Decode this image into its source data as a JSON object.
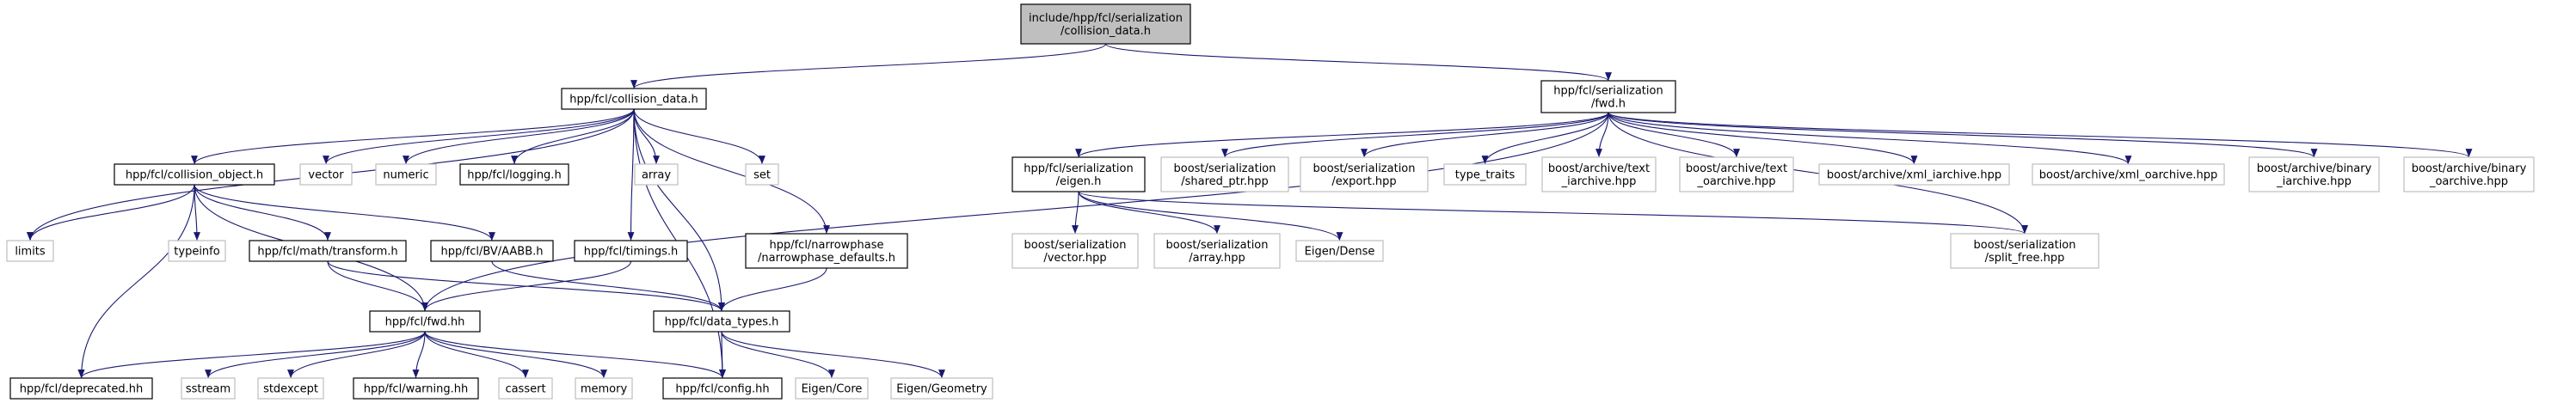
{
  "graph": {
    "colors": {
      "edge": "#191970",
      "root_fill": "#bfbfbf",
      "external_border": "#bfbfbf",
      "file_border": "#000000"
    },
    "nodes": [
      {
        "id": "root",
        "kind": "root",
        "lines": [
          "include/hpp/fcl/serialization",
          "/collision_data.h"
        ]
      },
      {
        "id": "collision_data",
        "kind": "file",
        "lines": [
          "hpp/fcl/collision_data.h"
        ]
      },
      {
        "id": "fwd_h",
        "kind": "file",
        "lines": [
          "hpp/fcl/serialization",
          "/fwd.h"
        ]
      },
      {
        "id": "collision_object",
        "kind": "file",
        "lines": [
          "hpp/fcl/collision_object.h"
        ]
      },
      {
        "id": "vector",
        "kind": "ext",
        "lines": [
          "vector"
        ]
      },
      {
        "id": "numeric",
        "kind": "ext",
        "lines": [
          "numeric"
        ]
      },
      {
        "id": "logging",
        "kind": "file",
        "lines": [
          "hpp/fcl/logging.h"
        ]
      },
      {
        "id": "array",
        "kind": "ext",
        "lines": [
          "array"
        ]
      },
      {
        "id": "set",
        "kind": "ext",
        "lines": [
          "set"
        ]
      },
      {
        "id": "eigen_h",
        "kind": "file",
        "lines": [
          "hpp/fcl/serialization",
          "/eigen.h"
        ]
      },
      {
        "id": "shared_ptr",
        "kind": "ext",
        "lines": [
          "boost/serialization",
          "/shared_ptr.hpp"
        ]
      },
      {
        "id": "export_hpp",
        "kind": "ext",
        "lines": [
          "boost/serialization",
          "/export.hpp"
        ]
      },
      {
        "id": "type_traits",
        "kind": "ext",
        "lines": [
          "type_traits"
        ]
      },
      {
        "id": "text_iarchive",
        "kind": "ext",
        "lines": [
          "boost/archive/text",
          "_iarchive.hpp"
        ]
      },
      {
        "id": "text_oarchive",
        "kind": "ext",
        "lines": [
          "boost/archive/text",
          "_oarchive.hpp"
        ]
      },
      {
        "id": "xml_iarchive",
        "kind": "ext",
        "lines": [
          "boost/archive/xml_iarchive.hpp"
        ]
      },
      {
        "id": "xml_oarchive",
        "kind": "ext",
        "lines": [
          "boost/archive/xml_oarchive.hpp"
        ]
      },
      {
        "id": "binary_iarchive",
        "kind": "ext",
        "lines": [
          "boost/archive/binary",
          "_iarchive.hpp"
        ]
      },
      {
        "id": "binary_oarchive",
        "kind": "ext",
        "lines": [
          "boost/archive/binary",
          "_oarchive.hpp"
        ]
      },
      {
        "id": "limits",
        "kind": "ext",
        "lines": [
          "limits"
        ]
      },
      {
        "id": "typeinfo",
        "kind": "ext",
        "lines": [
          "typeinfo"
        ]
      },
      {
        "id": "math_transform",
        "kind": "file",
        "lines": [
          "hpp/fcl/math/transform.h"
        ]
      },
      {
        "id": "bv_aabb",
        "kind": "file",
        "lines": [
          "hpp/fcl/BV/AABB.h"
        ]
      },
      {
        "id": "timings",
        "kind": "file",
        "lines": [
          "hpp/fcl/timings.h"
        ]
      },
      {
        "id": "narrowphase_defaults",
        "kind": "file",
        "lines": [
          "hpp/fcl/narrowphase",
          "/narrowphase_defaults.h"
        ]
      },
      {
        "id": "ser_vector",
        "kind": "ext",
        "lines": [
          "boost/serialization",
          "/vector.hpp"
        ]
      },
      {
        "id": "ser_array",
        "kind": "ext",
        "lines": [
          "boost/serialization",
          "/array.hpp"
        ]
      },
      {
        "id": "eigen_dense",
        "kind": "ext",
        "lines": [
          "Eigen/Dense"
        ]
      },
      {
        "id": "split_free",
        "kind": "ext",
        "lines": [
          "boost/serialization",
          "/split_free.hpp"
        ]
      },
      {
        "id": "fwd_hh",
        "kind": "file",
        "lines": [
          "hpp/fcl/fwd.hh"
        ]
      },
      {
        "id": "data_types",
        "kind": "file",
        "lines": [
          "hpp/fcl/data_types.h"
        ]
      },
      {
        "id": "deprecated",
        "kind": "file",
        "lines": [
          "hpp/fcl/deprecated.hh"
        ]
      },
      {
        "id": "sstream",
        "kind": "ext",
        "lines": [
          "sstream"
        ]
      },
      {
        "id": "stdexcept",
        "kind": "ext",
        "lines": [
          "stdexcept"
        ]
      },
      {
        "id": "warning",
        "kind": "file",
        "lines": [
          "hpp/fcl/warning.hh"
        ]
      },
      {
        "id": "cassert",
        "kind": "ext",
        "lines": [
          "cassert"
        ]
      },
      {
        "id": "memory",
        "kind": "ext",
        "lines": [
          "memory"
        ]
      },
      {
        "id": "config",
        "kind": "file",
        "lines": [
          "hpp/fcl/config.hh"
        ]
      },
      {
        "id": "eigen_core",
        "kind": "ext",
        "lines": [
          "Eigen/Core"
        ]
      },
      {
        "id": "eigen_geometry",
        "kind": "ext",
        "lines": [
          "Eigen/Geometry"
        ]
      }
    ],
    "edges": [
      [
        "root",
        "collision_data"
      ],
      [
        "root",
        "fwd_h"
      ],
      [
        "collision_data",
        "collision_object"
      ],
      [
        "collision_data",
        "vector"
      ],
      [
        "collision_data",
        "numeric"
      ],
      [
        "collision_data",
        "logging"
      ],
      [
        "collision_data",
        "array"
      ],
      [
        "collision_data",
        "set"
      ],
      [
        "collision_data",
        "limits"
      ],
      [
        "collision_data",
        "timings"
      ],
      [
        "collision_data",
        "narrowphase_defaults"
      ],
      [
        "collision_data",
        "data_types"
      ],
      [
        "collision_data",
        "config"
      ],
      [
        "fwd_h",
        "eigen_h"
      ],
      [
        "fwd_h",
        "shared_ptr"
      ],
      [
        "fwd_h",
        "export_hpp"
      ],
      [
        "fwd_h",
        "type_traits"
      ],
      [
        "fwd_h",
        "text_iarchive"
      ],
      [
        "fwd_h",
        "text_oarchive"
      ],
      [
        "fwd_h",
        "xml_iarchive"
      ],
      [
        "fwd_h",
        "xml_oarchive"
      ],
      [
        "fwd_h",
        "binary_iarchive"
      ],
      [
        "fwd_h",
        "binary_oarchive"
      ],
      [
        "fwd_h",
        "split_free"
      ],
      [
        "fwd_h",
        "fwd_hh"
      ],
      [
        "collision_object",
        "limits"
      ],
      [
        "collision_object",
        "typeinfo"
      ],
      [
        "collision_object",
        "math_transform"
      ],
      [
        "collision_object",
        "bv_aabb"
      ],
      [
        "collision_object",
        "fwd_hh"
      ],
      [
        "collision_object",
        "deprecated"
      ],
      [
        "eigen_h",
        "ser_vector"
      ],
      [
        "eigen_h",
        "ser_array"
      ],
      [
        "eigen_h",
        "eigen_dense"
      ],
      [
        "eigen_h",
        "split_free"
      ],
      [
        "math_transform",
        "fwd_hh"
      ],
      [
        "math_transform",
        "data_types"
      ],
      [
        "bv_aabb",
        "data_types"
      ],
      [
        "timings",
        "fwd_hh"
      ],
      [
        "narrowphase_defaults",
        "data_types"
      ],
      [
        "fwd_hh",
        "deprecated"
      ],
      [
        "fwd_hh",
        "sstream"
      ],
      [
        "fwd_hh",
        "stdexcept"
      ],
      [
        "fwd_hh",
        "warning"
      ],
      [
        "fwd_hh",
        "cassert"
      ],
      [
        "fwd_hh",
        "memory"
      ],
      [
        "fwd_hh",
        "config"
      ],
      [
        "data_types",
        "config"
      ],
      [
        "data_types",
        "eigen_core"
      ],
      [
        "data_types",
        "eigen_geometry"
      ]
    ]
  }
}
